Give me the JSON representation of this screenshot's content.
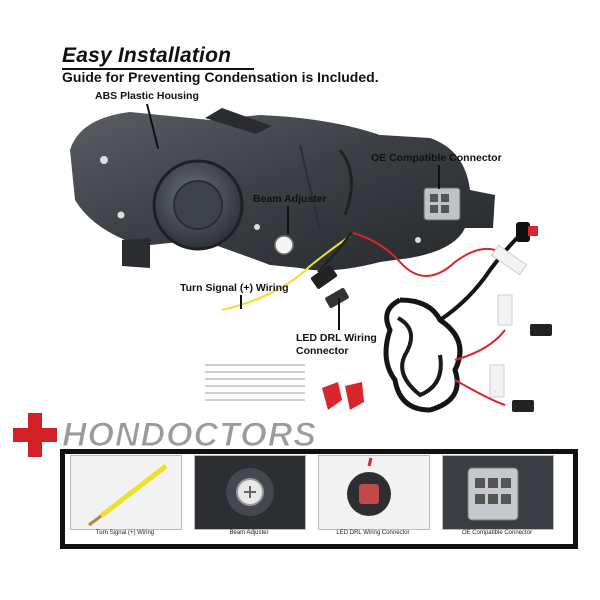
{
  "header": {
    "title": "Easy Installation",
    "subtitle": "Guide for Preventing Condensation is Included."
  },
  "callouts": {
    "housing": "ABS Plastic Housing",
    "connector": "OE Compatible Connector",
    "beam_adjuster": "Beam Adjuster",
    "turn_signal": "Turn Signal (+) Wiring",
    "drl_line1": "LED DRL Wiring",
    "drl_line2": "Connector"
  },
  "watermark": {
    "text": "HONDOCTORS",
    "color": "#d32027"
  },
  "details": [
    {
      "caption": "Turn Signal (+) Wiring"
    },
    {
      "caption": "Beam Adjuster"
    },
    {
      "caption": "LED DRL Wiring Connector"
    },
    {
      "caption": "OE Compatible Connector"
    }
  ],
  "colors": {
    "housing": "#3a3d42",
    "wire_red": "#d8262a",
    "wire_yellow": "#f0df2a",
    "frame": "#111111"
  }
}
